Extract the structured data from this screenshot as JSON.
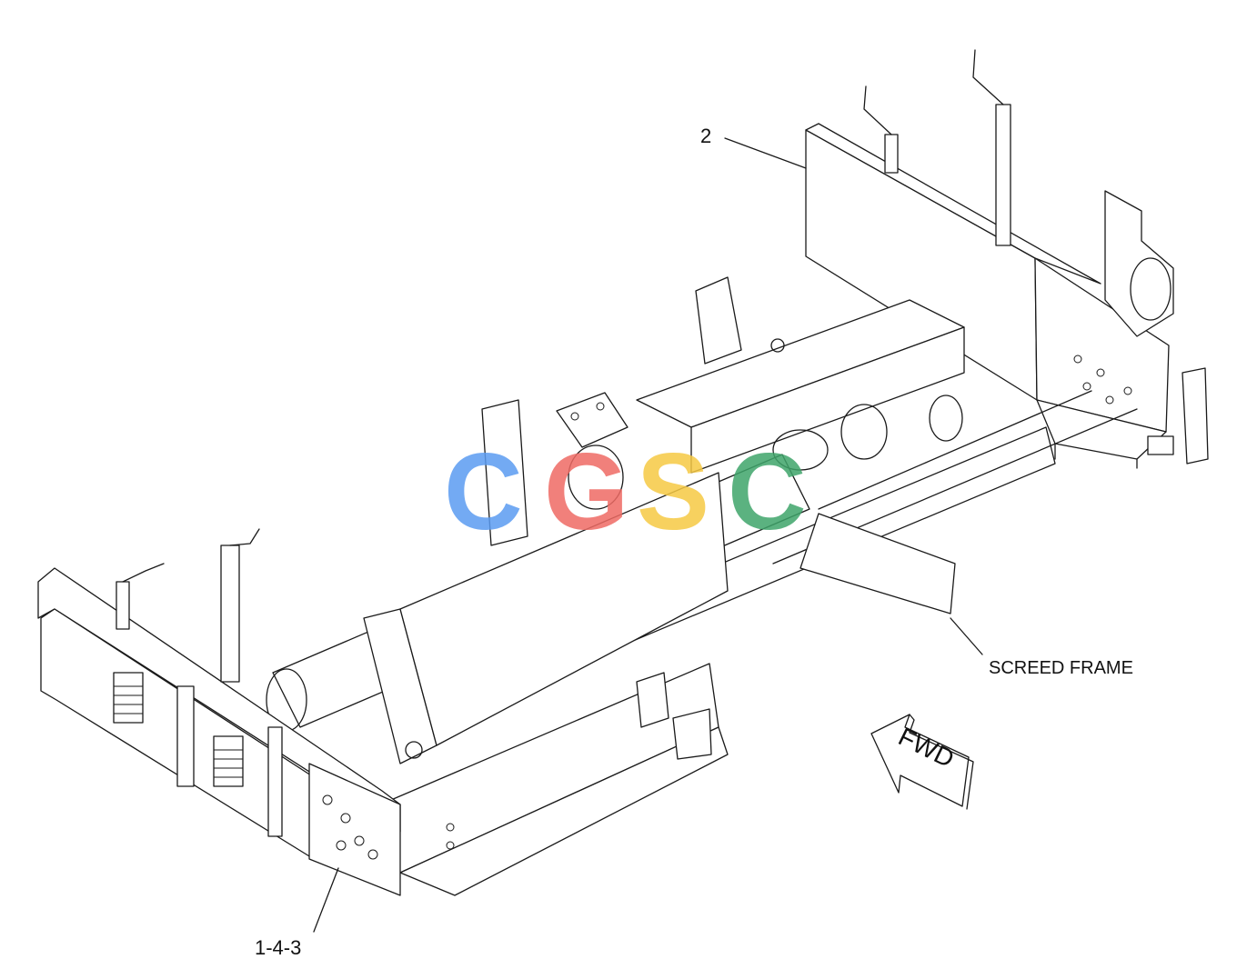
{
  "callouts": {
    "item_2": "2",
    "item_1_4_3": "1-4-3"
  },
  "labels": {
    "screed_frame": "SCREED FRAME",
    "forward": "FWD"
  },
  "watermark": {
    "letters": [
      "C",
      "G",
      "S",
      "C"
    ],
    "colors": [
      "#5b9cf2",
      "#ef6b64",
      "#f6c944",
      "#3fa56b"
    ]
  }
}
